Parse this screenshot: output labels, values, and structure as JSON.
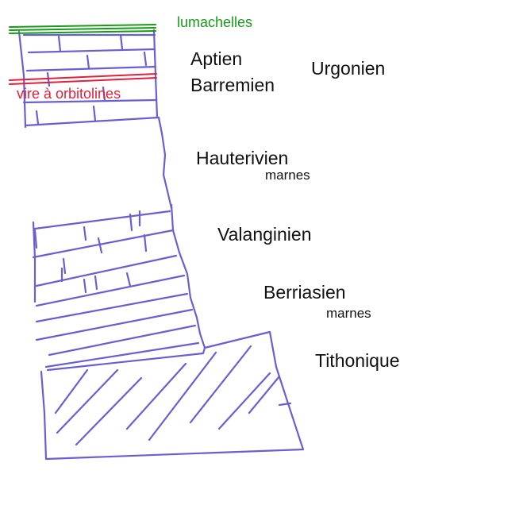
{
  "colors": {
    "pencil": "#6a5fd0",
    "lumachelles": "#1a9a1a",
    "orbitolines": "#e0203a",
    "text": "#111111"
  },
  "labels": {
    "lumachelles": "lumachelles",
    "aptien": "Aptien",
    "barremien": "Barremien",
    "urgonien": "Urgonien",
    "vire_orbitolines": "vire à orbitolines",
    "hauterivien": "Hauterivien",
    "hauterivien_marnes": "marnes",
    "valanginien": "Valanginien",
    "berriasien": "Berriasien",
    "berriasien_marnes": "marnes",
    "tithonique": "Tithonique"
  }
}
